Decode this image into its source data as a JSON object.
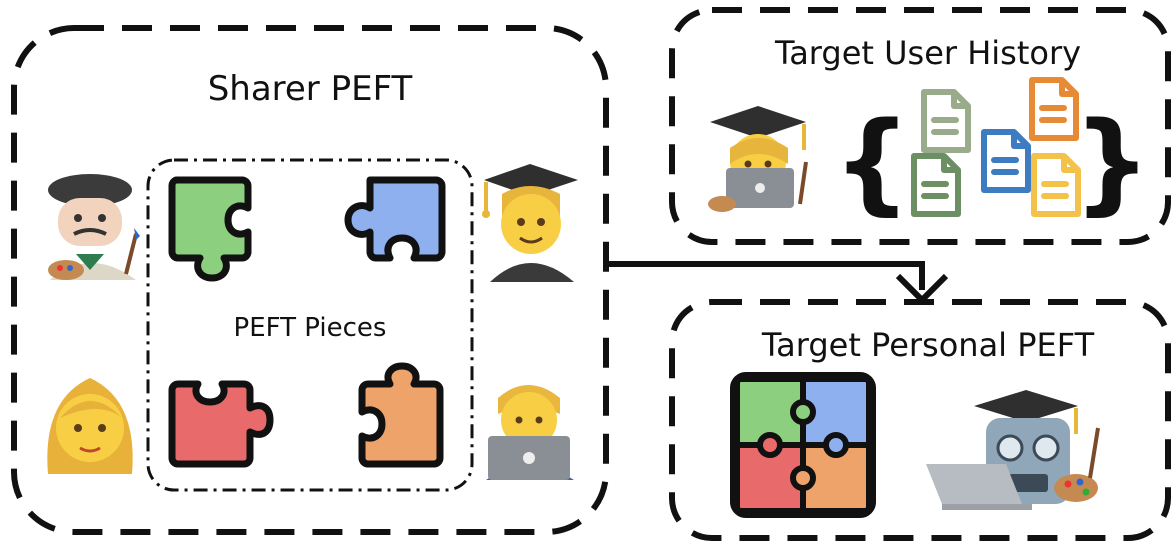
{
  "sharer_panel": {
    "title": "Sharer PEFT"
  },
  "pieces_panel": {
    "title": "PEFT Pieces"
  },
  "history_panel": {
    "title": "Target User History"
  },
  "target_panel": {
    "title": "Target Personal PEFT"
  },
  "colors": {
    "green": "#8ccf7e",
    "blue": "#8fb0ee",
    "red": "#e96a6a",
    "orange": "#eea36a",
    "doc_gray_green": "#9aab8c",
    "doc_blue": "#3d7cc0",
    "doc_orange": "#e78a36",
    "doc_green": "#6d8f64",
    "doc_yellow": "#f2c24a"
  },
  "icons": [
    "painter-person-icon",
    "graduate-student-icon",
    "woman-icon",
    "laptop-technologist-icon",
    "graduate-painter-technologist-icon",
    "robot-graduate-icon",
    "document-icon",
    "puzzle-piece-icon"
  ]
}
